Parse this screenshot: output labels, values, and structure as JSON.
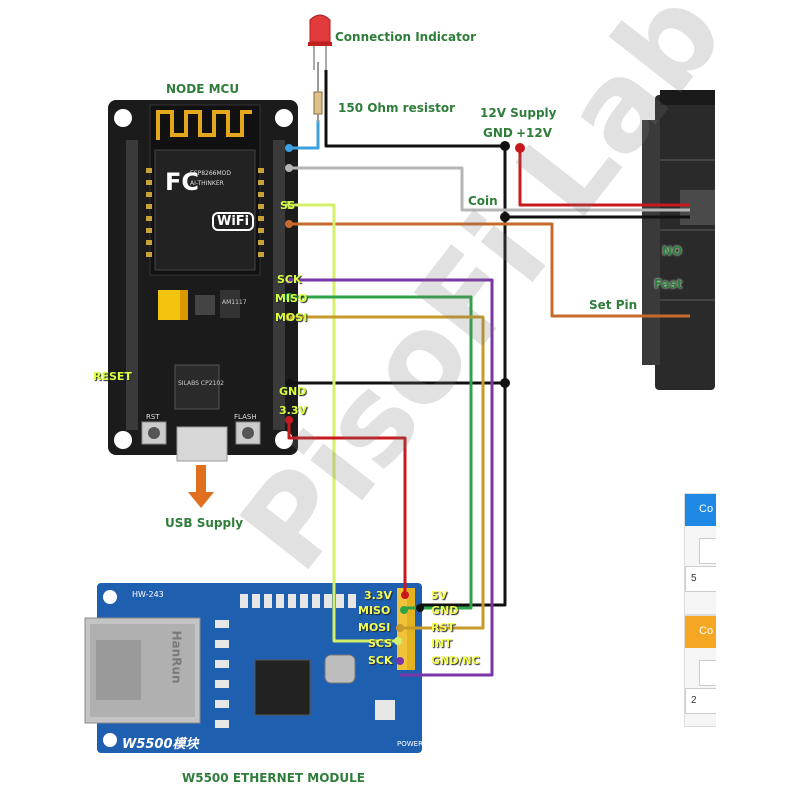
{
  "labels": {
    "connection_indicator": "Connection Indicator",
    "node_mcu": "NODE MCU",
    "resistor": "150 Ohm resistor",
    "supply_12v": "12V Supply",
    "gnd": "GND",
    "plus_12v": "+12V",
    "coin": "Coin",
    "no": "NO",
    "fast": "Fast",
    "set_pin": "Set Pin",
    "reset": "RESET",
    "usb_supply": "USB Supply",
    "w5500_module": "W5500 ETHERNET MODULE"
  },
  "nodemcu_pins": {
    "ss": "SS",
    "sck": "SCK",
    "miso": "MISO",
    "mosi": "MOSI",
    "gnd": "GND",
    "v33": "3.3V"
  },
  "nodemcu_board": {
    "chip_model": "ESP8266MOD",
    "chip_vendor": "AI-THINKER",
    "fcc": "FC",
    "wifi": "WiFi",
    "usb_chip": "SILABS CP2102",
    "rst_button": "RST",
    "flash_button": "FLASH",
    "regulator": "AM1117"
  },
  "w5500_pins_left": [
    "3.3V",
    "MISO",
    "MOSI",
    "SCS",
    "SCK"
  ],
  "w5500_pins_right": [
    "5V",
    "GND",
    "RST",
    "INT",
    "GND/NC"
  ],
  "w5500_board": {
    "model": "HW-243",
    "brand": "W5500模块",
    "jack_text": "HanRun",
    "power": "POWER"
  },
  "watermark": "PisoFi Lab Ver",
  "side_panels": [
    {
      "header": "Co",
      "value": "5",
      "color": "#1e88e5"
    },
    {
      "header": "Co",
      "value": "2",
      "color": "#f5a623"
    }
  ],
  "colors": {
    "green_label": "#2f7d3a",
    "pin_label": "#d8ff3c",
    "wire_black": "#111111",
    "wire_red": "#c8191e",
    "wire_gray": "#b5b5b5",
    "wire_orange": "#c8692c",
    "wire_yellowgreen": "#d4f06a",
    "wire_purple": "#7a35a8",
    "wire_green": "#2fa347",
    "wire_gold": "#c79a2a",
    "wire_blue": "#3da0e0",
    "board_mcu": "#1b1b1b",
    "board_w5500": "#1f5fb0"
  }
}
